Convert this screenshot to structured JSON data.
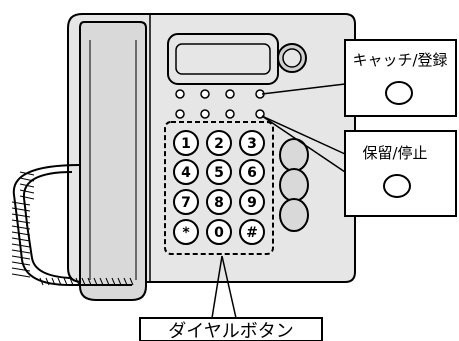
{
  "callouts": {
    "catch_register": "キャッチ/登録",
    "hold_stop": "保留/停止",
    "dial_buttons": "ダイヤルボタン"
  },
  "keypad": {
    "keys": [
      "1",
      "2",
      "3",
      "4",
      "5",
      "6",
      "7",
      "8",
      "9",
      "*",
      "0",
      "#"
    ]
  },
  "colors": {
    "body_fill": "#e6e6e6",
    "handset_fill": "#d9d9d9",
    "line": "#000000",
    "callout_fill": "#ffffff"
  }
}
